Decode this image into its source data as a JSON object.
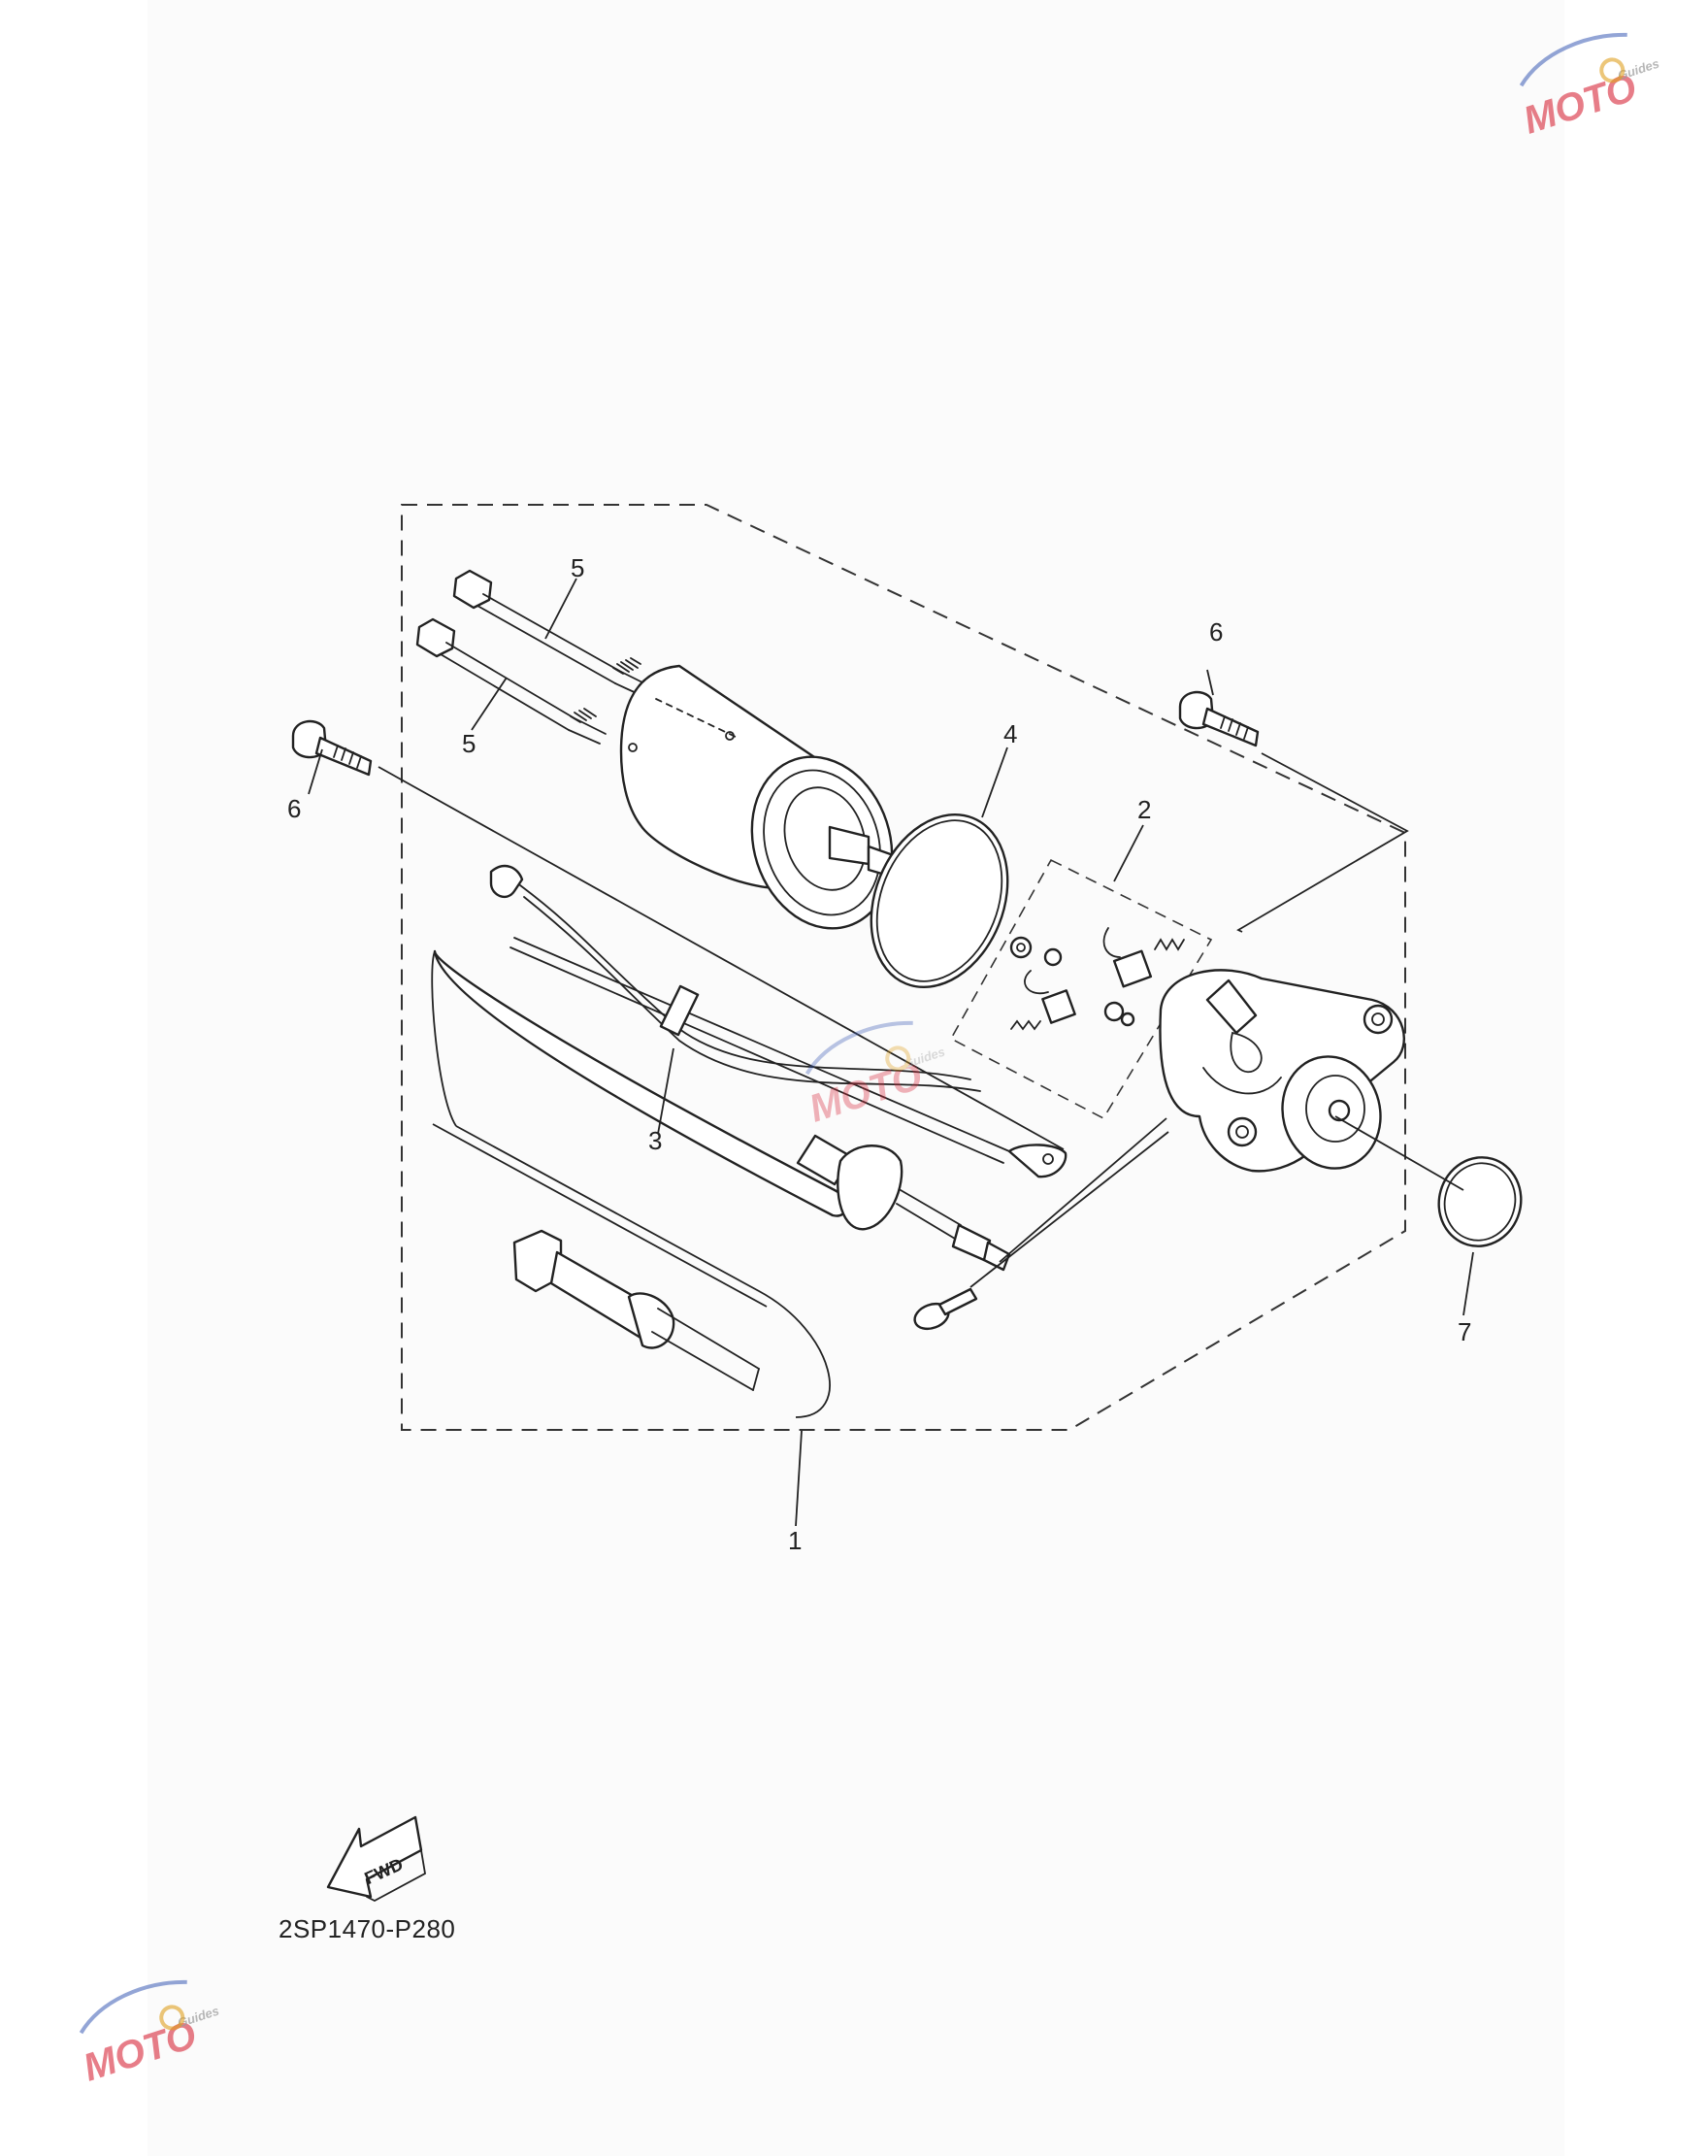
{
  "callouts": {
    "c1": "1",
    "c2": "2",
    "c3": "3",
    "c4": "4",
    "c5a": "5",
    "c5b": "5",
    "c6a": "6",
    "c6b": "6",
    "c7": "7"
  },
  "fwd_label": "FWD",
  "part_code": "2SP1470-P280",
  "watermark": {
    "brand": "MOTO",
    "sub": "Guides",
    "colors": {
      "red": "#d8283a",
      "blue": "#3a5bb5",
      "gray": "#9a9a9a"
    }
  }
}
